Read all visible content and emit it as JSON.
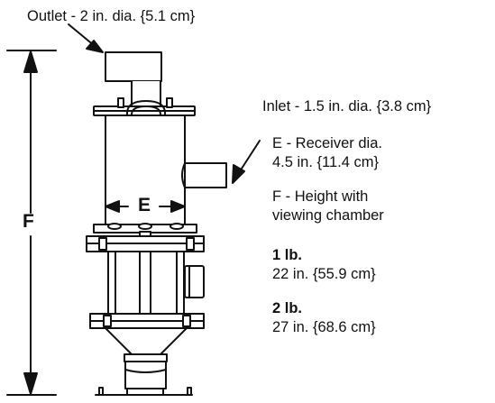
{
  "labels": {
    "outlet": "Outlet - 2 in. dia. {5.1 cm}",
    "inlet": "Inlet - 1.5 in. dia. {3.8 cm}",
    "receiver_line1": "E - Receiver dia.",
    "receiver_line2": "4.5 in. {11.4 cm}",
    "height_line1": "F - Height with",
    "height_line2": "viewing chamber",
    "variant1_title": "1 lb.",
    "variant1_value": "22 in. {55.9 cm}",
    "variant2_title": "2 lb.",
    "variant2_value": "27 in. {68.6 cm}"
  },
  "dimension_letters": {
    "e": "E",
    "f": "F"
  }
}
